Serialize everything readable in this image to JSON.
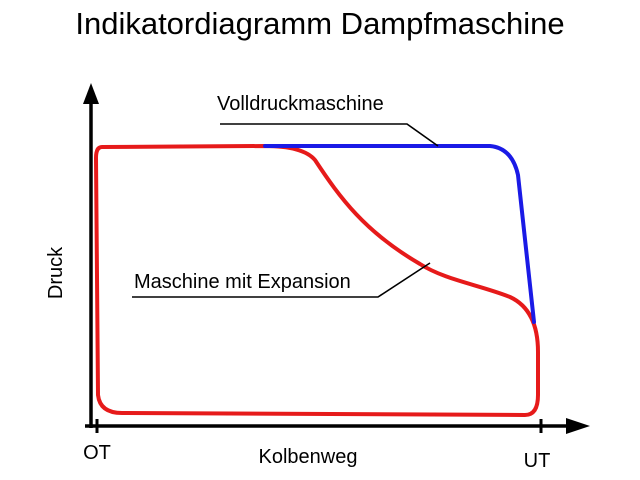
{
  "title": "Indikatordiagramm Dampfmaschine",
  "axis": {
    "y_label": "Druck",
    "x_label": "Kolbenweg",
    "x_start_label": "OT",
    "x_end_label": "UT"
  },
  "annotations": {
    "full_pressure": "Volldruckmaschine",
    "expansion": "Maschine mit Expansion"
  },
  "colors": {
    "full_pressure_curve": "#1a1ae6",
    "expansion_curve": "#e61a1a",
    "axes": "#000000",
    "leader_lines": "#000000"
  }
}
